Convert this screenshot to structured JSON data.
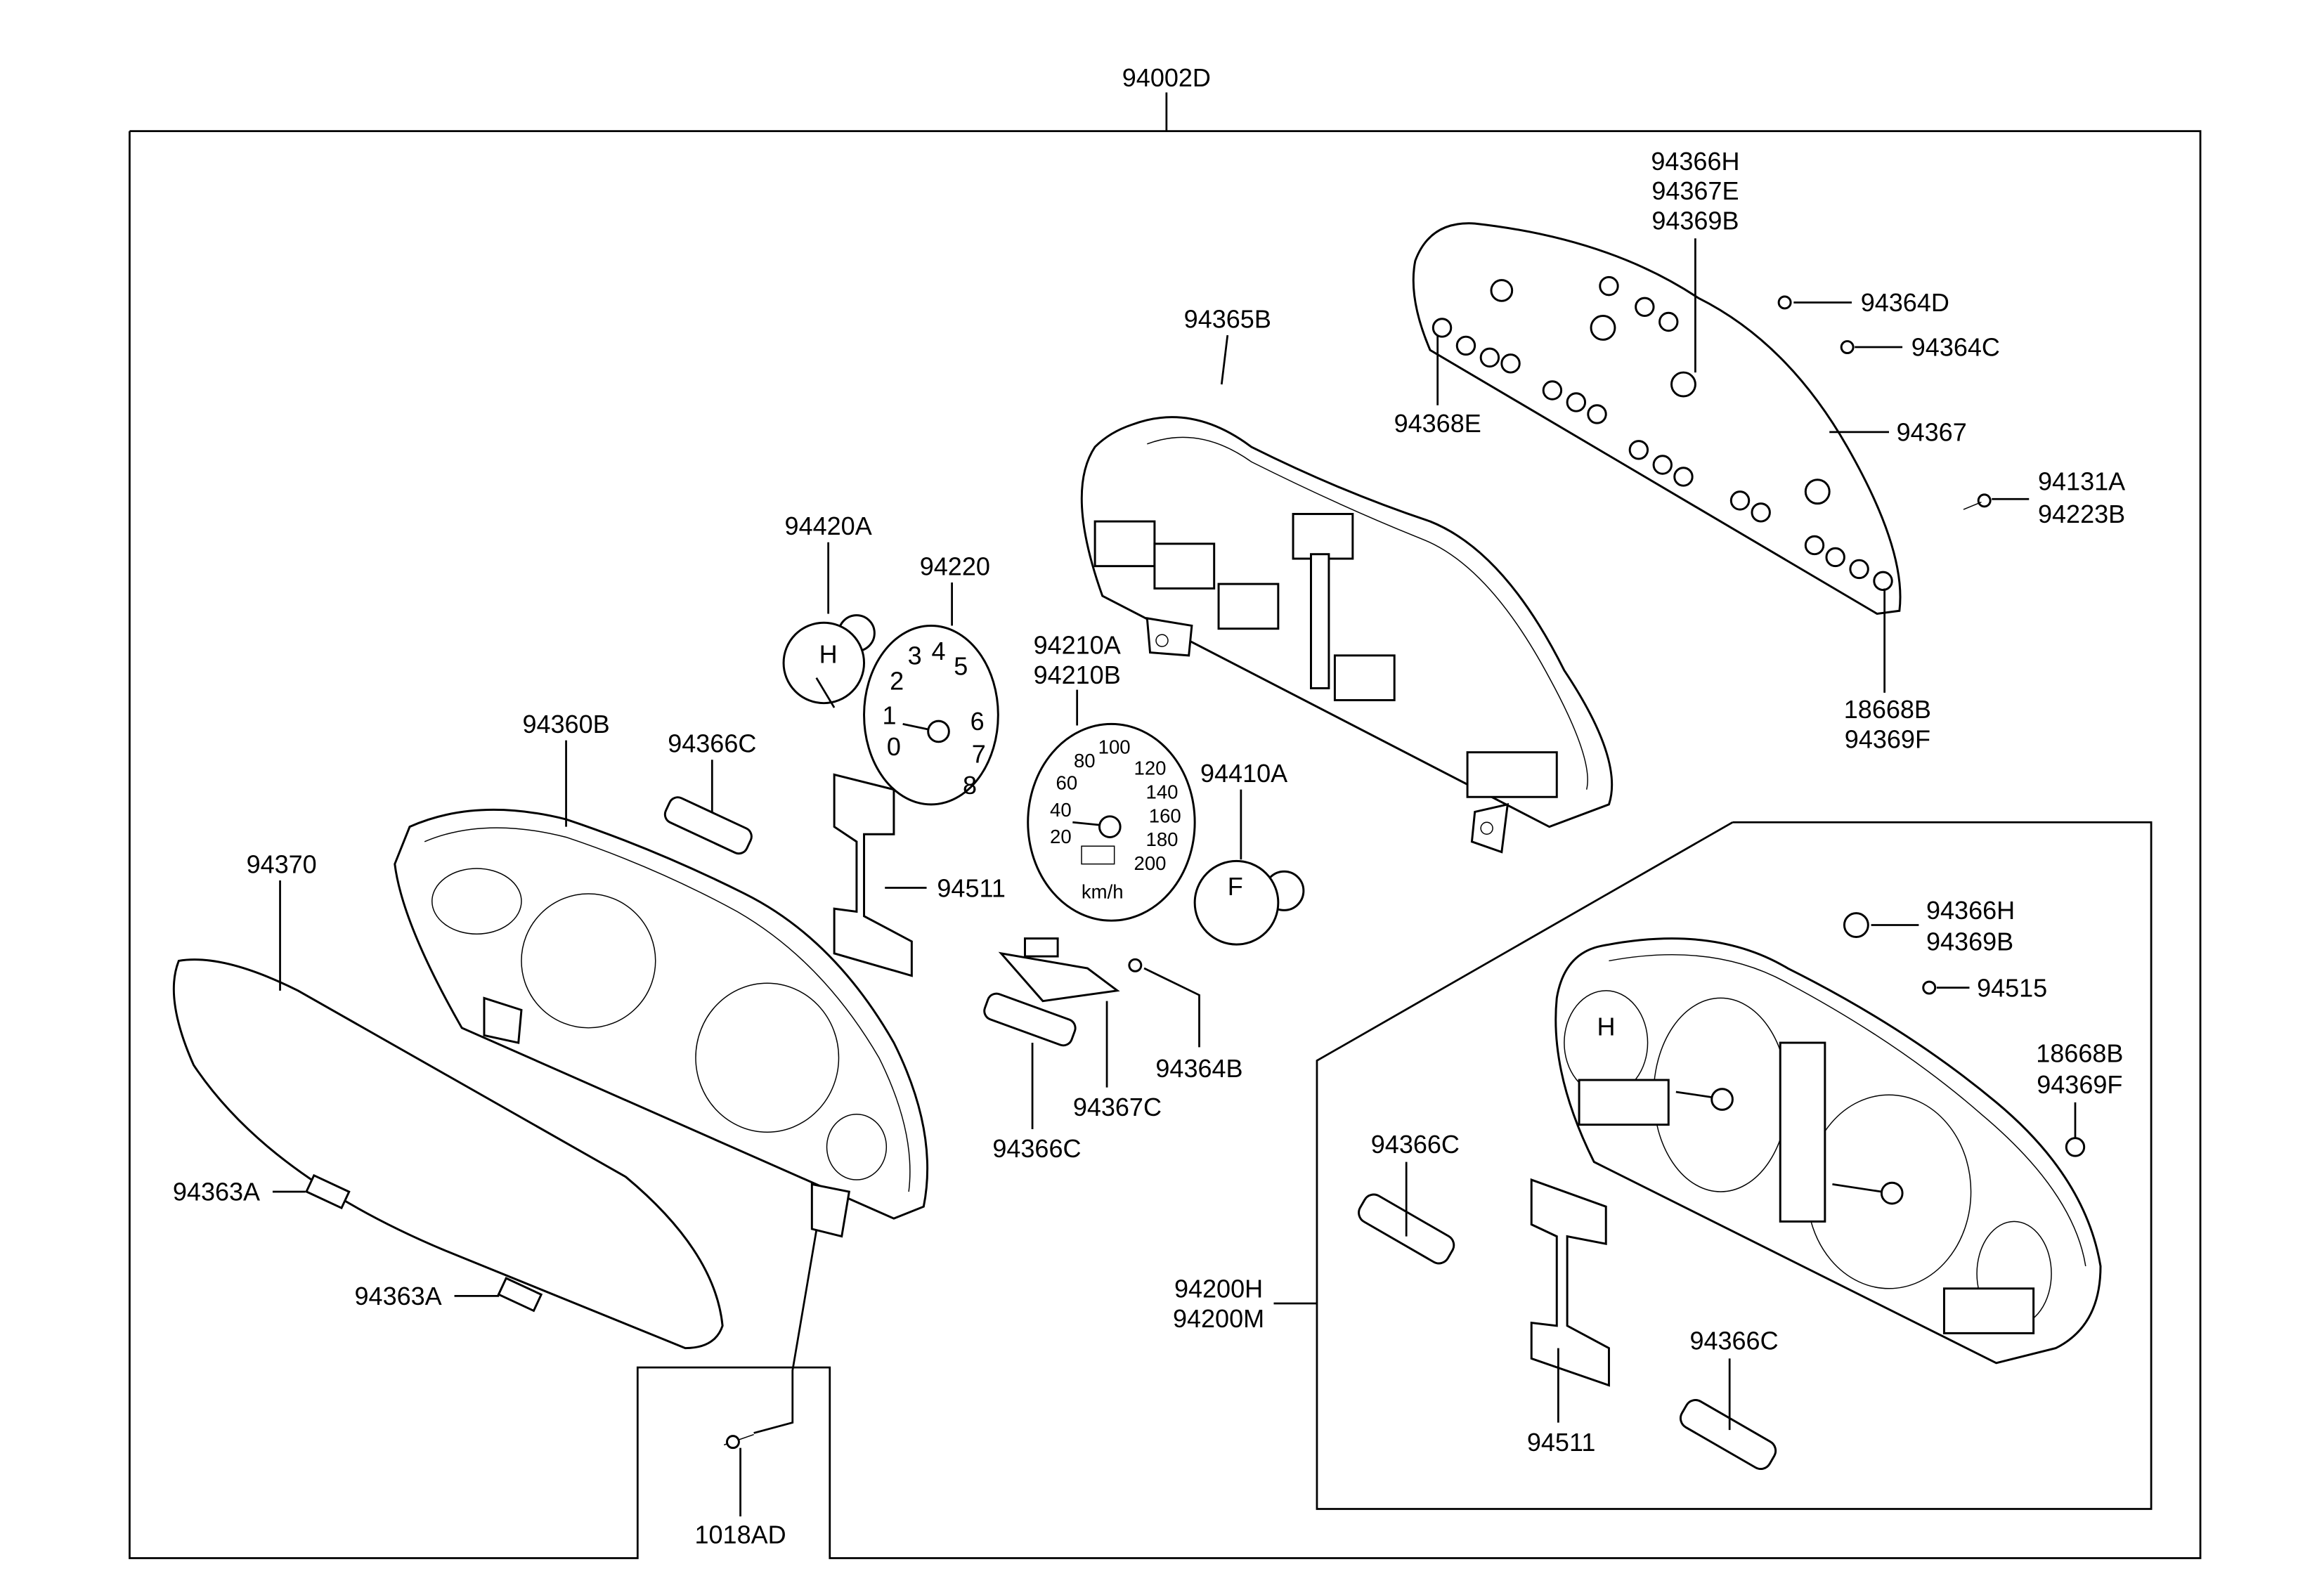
{
  "assembly_label": "94002D",
  "callouts": {
    "bulb_set": [
      "94366H",
      "94367E",
      "94369B"
    ],
    "screw_d": "94364D",
    "screw_c": "94364C",
    "case": "94365B",
    "bulb_e": "94368E",
    "pcb": "94367",
    "screw_a": [
      "94131A",
      "94223B"
    ],
    "socket": [
      "18668B",
      "94369F"
    ],
    "temp_gauge": "94420A",
    "tach": "94220",
    "speedo": [
      "94210A",
      "94210B"
    ],
    "fuel_gauge": "94410A",
    "bezel": "94360B",
    "plate_top": "94366C",
    "lens": "94370",
    "seal": "94511",
    "screw_b": "94364B",
    "module": "94367C",
    "plate_mid": "94366C",
    "clip_1": "94363A",
    "clip_2": "94363A",
    "mount_screw": "1018AD",
    "cluster": [
      "94200H",
      "94200M"
    ],
    "inset_bulb": [
      "94366H",
      "94369B"
    ],
    "inset_screw": "94515",
    "inset_socket": [
      "18668B",
      "94369F"
    ],
    "inset_plate_left": "94366C",
    "inset_seal": "94511",
    "inset_plate_right": "94366C"
  },
  "gauge_numbers": {
    "tach": [
      "0",
      "1",
      "2",
      "3",
      "4",
      "5",
      "6",
      "7",
      "8"
    ],
    "speedo": [
      "20",
      "40",
      "60",
      "80",
      "100",
      "120",
      "140",
      "160",
      "180",
      "200"
    ],
    "speed_unit": "km/h",
    "temp": "H",
    "fuel": "F"
  }
}
